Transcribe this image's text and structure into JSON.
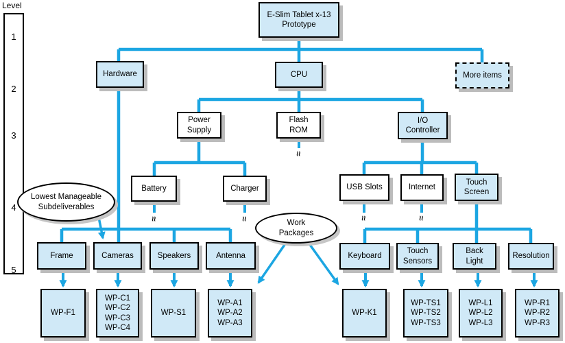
{
  "colors": {
    "connector_blue": "#1ca6e2",
    "node_fill_blue": "#d0e9f7",
    "node_fill_white": "#ffffff",
    "border_black": "#000000",
    "shadow_gray": "#bcbcbc"
  },
  "legend": {
    "title": "Level",
    "levels": [
      "1",
      "2",
      "3",
      "4",
      "5"
    ]
  },
  "break_mark": "≈",
  "nodes": {
    "root": {
      "label": "E-Slim Tablet x-13\nPrototype"
    },
    "hardware": {
      "label": "Hardware"
    },
    "cpu": {
      "label": "CPU"
    },
    "more_items": {
      "label": "More items"
    },
    "power_supply": {
      "label": "Power\nSupply"
    },
    "flash_rom": {
      "label": "Flash\nROM"
    },
    "io_controller": {
      "label": "I/O\nController"
    },
    "battery": {
      "label": "Battery"
    },
    "charger": {
      "label": "Charger"
    },
    "usb_slots": {
      "label": "USB Slots"
    },
    "internet": {
      "label": "Internet"
    },
    "touch_screen": {
      "label": "Touch\nScreen"
    },
    "frame": {
      "label": "Frame"
    },
    "cameras": {
      "label": "Cameras"
    },
    "speakers": {
      "label": "Speakers"
    },
    "antenna": {
      "label": "Antenna"
    },
    "keyboard": {
      "label": "Keyboard"
    },
    "touch_sensors": {
      "label": "Touch\nSensors"
    },
    "back_light": {
      "label": "Back\nLight"
    },
    "resolution": {
      "label": "Resolution"
    },
    "wp_f": {
      "label": "WP-F1"
    },
    "wp_c": {
      "label": "WP-C1\nWP-C2\nWP-C3\nWP-C4"
    },
    "wp_s": {
      "label": "WP-S1"
    },
    "wp_a": {
      "label": "WP-A1\nWP-A2\nWP-A3"
    },
    "wp_k": {
      "label": "WP-K1"
    },
    "wp_ts": {
      "label": "WP-TS1\nWP-TS2\nWP-TS3"
    },
    "wp_l": {
      "label": "WP-L1\nWP-L2\nWP-L3"
    },
    "wp_r": {
      "label": "WP-R1\nWP-R2\nWP-R3"
    }
  },
  "callouts": {
    "lowest_manageable": {
      "label": "Lowest Manageable\nSubdeliverables"
    },
    "work_packages": {
      "label": "Work\nPackages"
    }
  }
}
